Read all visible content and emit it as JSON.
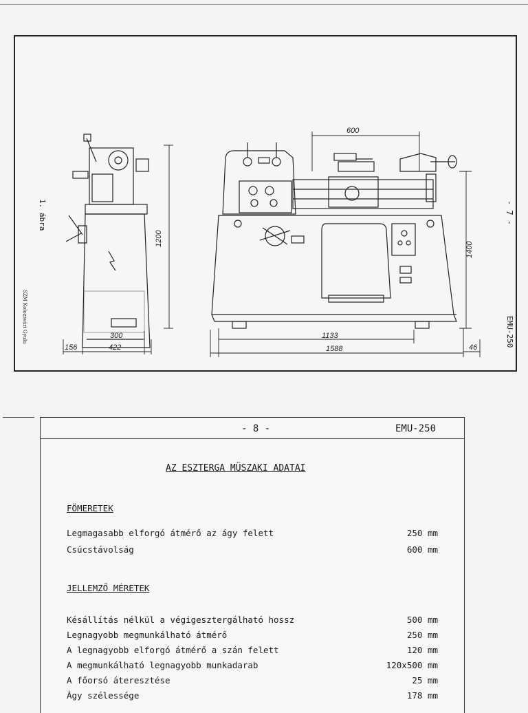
{
  "figure": {
    "caption": "1. ábra",
    "side_label": "- 7 -",
    "doc_id_vertical": "EMU-250",
    "stamp": "SZM Kolozsvári Gyula",
    "dims": {
      "height_left": "1200",
      "width_300": "300",
      "width_422": "422",
      "width_156": "156",
      "span_600": "600",
      "height_right": "1400",
      "width_1133": "1133",
      "width_1588": "1588",
      "width_46": "46"
    }
  },
  "page": {
    "number": "- 8 -",
    "doc_id": "EMU-250",
    "title": "AZ ESZTERGA MÜSZAKI ADATAI",
    "sections": [
      {
        "heading": "FÖMERETEK",
        "rows": [
          {
            "label": "Legmagasabb elforgó átmérő az ágy felett",
            "value": "250 mm"
          },
          {
            "label": "Csúcstávolság",
            "value": "600 mm"
          }
        ]
      },
      {
        "heading": "JELLEMZŐ MÉRETEK",
        "rows": [
          {
            "label": "Késállítás nélkül a végigesztergálható hossz",
            "value": "500 mm"
          },
          {
            "label": "Legnagyobb megmunkálható átmérő",
            "value": "250 mm"
          },
          {
            "label": "A legnagyobb elforgó átmérő a szán felett",
            "value": "120 mm"
          },
          {
            "label": "A megmunkálható legnagyobb munkadarab",
            "value": "120x500 mm"
          },
          {
            "label": "A főorsó áteresztése",
            "value": "25 mm"
          },
          {
            "label": "Ágy szélessége",
            "value": "178 mm"
          }
        ]
      }
    ]
  }
}
